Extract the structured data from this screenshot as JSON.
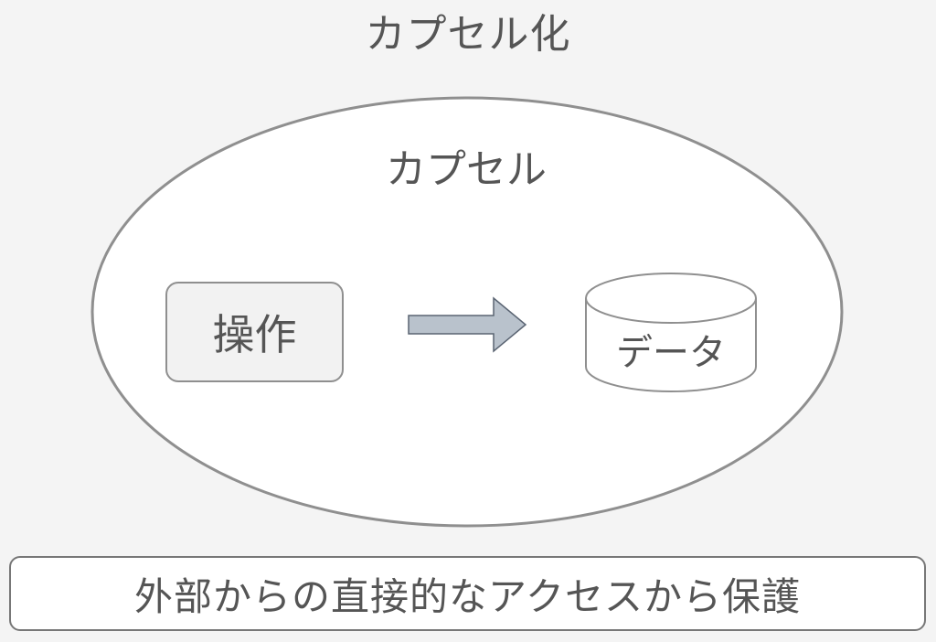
{
  "title": "カプセル化",
  "capsule": {
    "label": "カプセル"
  },
  "operation": {
    "label": "操作"
  },
  "data_store": {
    "label": "データ"
  },
  "footer": {
    "text": "外部からの直接的なアクセスから保護"
  },
  "colors": {
    "background": "#f4f4f4",
    "capsule_fill": "#ffffff",
    "outline": "#8f8f8f",
    "arrow_fill": "#b9c2cc",
    "arrow_stroke": "#5a6472",
    "text": "#555555"
  }
}
